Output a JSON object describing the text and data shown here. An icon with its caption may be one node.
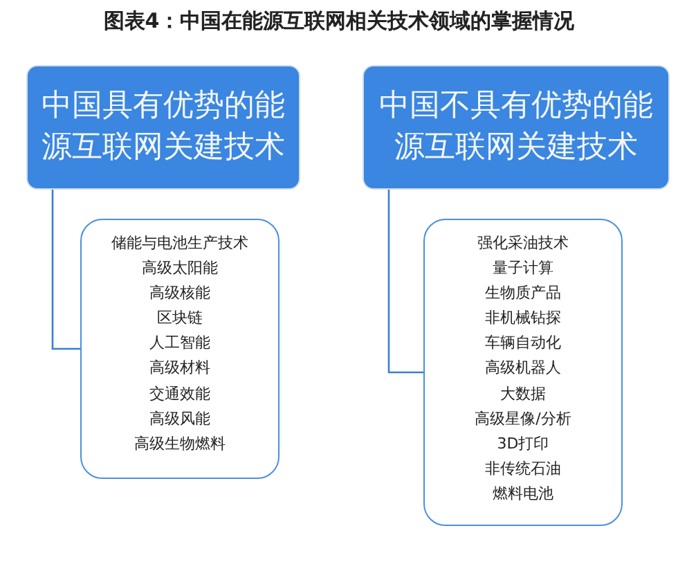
{
  "diagram": {
    "title": "图表4：中国在能源互联网相关技术领域的掌握情况",
    "nodes": [
      {
        "text": [
          "中国具有优势的能源互联网关建技术"
        ]
      },
      {
        "text": [
          "储能与电池生产技术",
          "高级太阳能",
          "高级核能",
          "区块链",
          "人工智能",
          "高级材料",
          "交通效能",
          "高级风能",
          "高级生物燃料"
        ]
      },
      {
        "text": [
          "中国不具有优势的能源互联网关建技术"
        ]
      },
      {
        "text": [
          "强化采油技术",
          "量子计算",
          "生物质产品",
          "非机械钻探",
          "车辆自动化",
          "高级机器人",
          "大数据",
          "高级星像/分析",
          "3D打印",
          "非传统石油",
          "燃料电池"
        ]
      }
    ],
    "edges": [
      {
        "from": 0,
        "to": 1,
        "arrow": "none"
      },
      {
        "from": 2,
        "to": 3,
        "arrow": "none"
      }
    ]
  }
}
